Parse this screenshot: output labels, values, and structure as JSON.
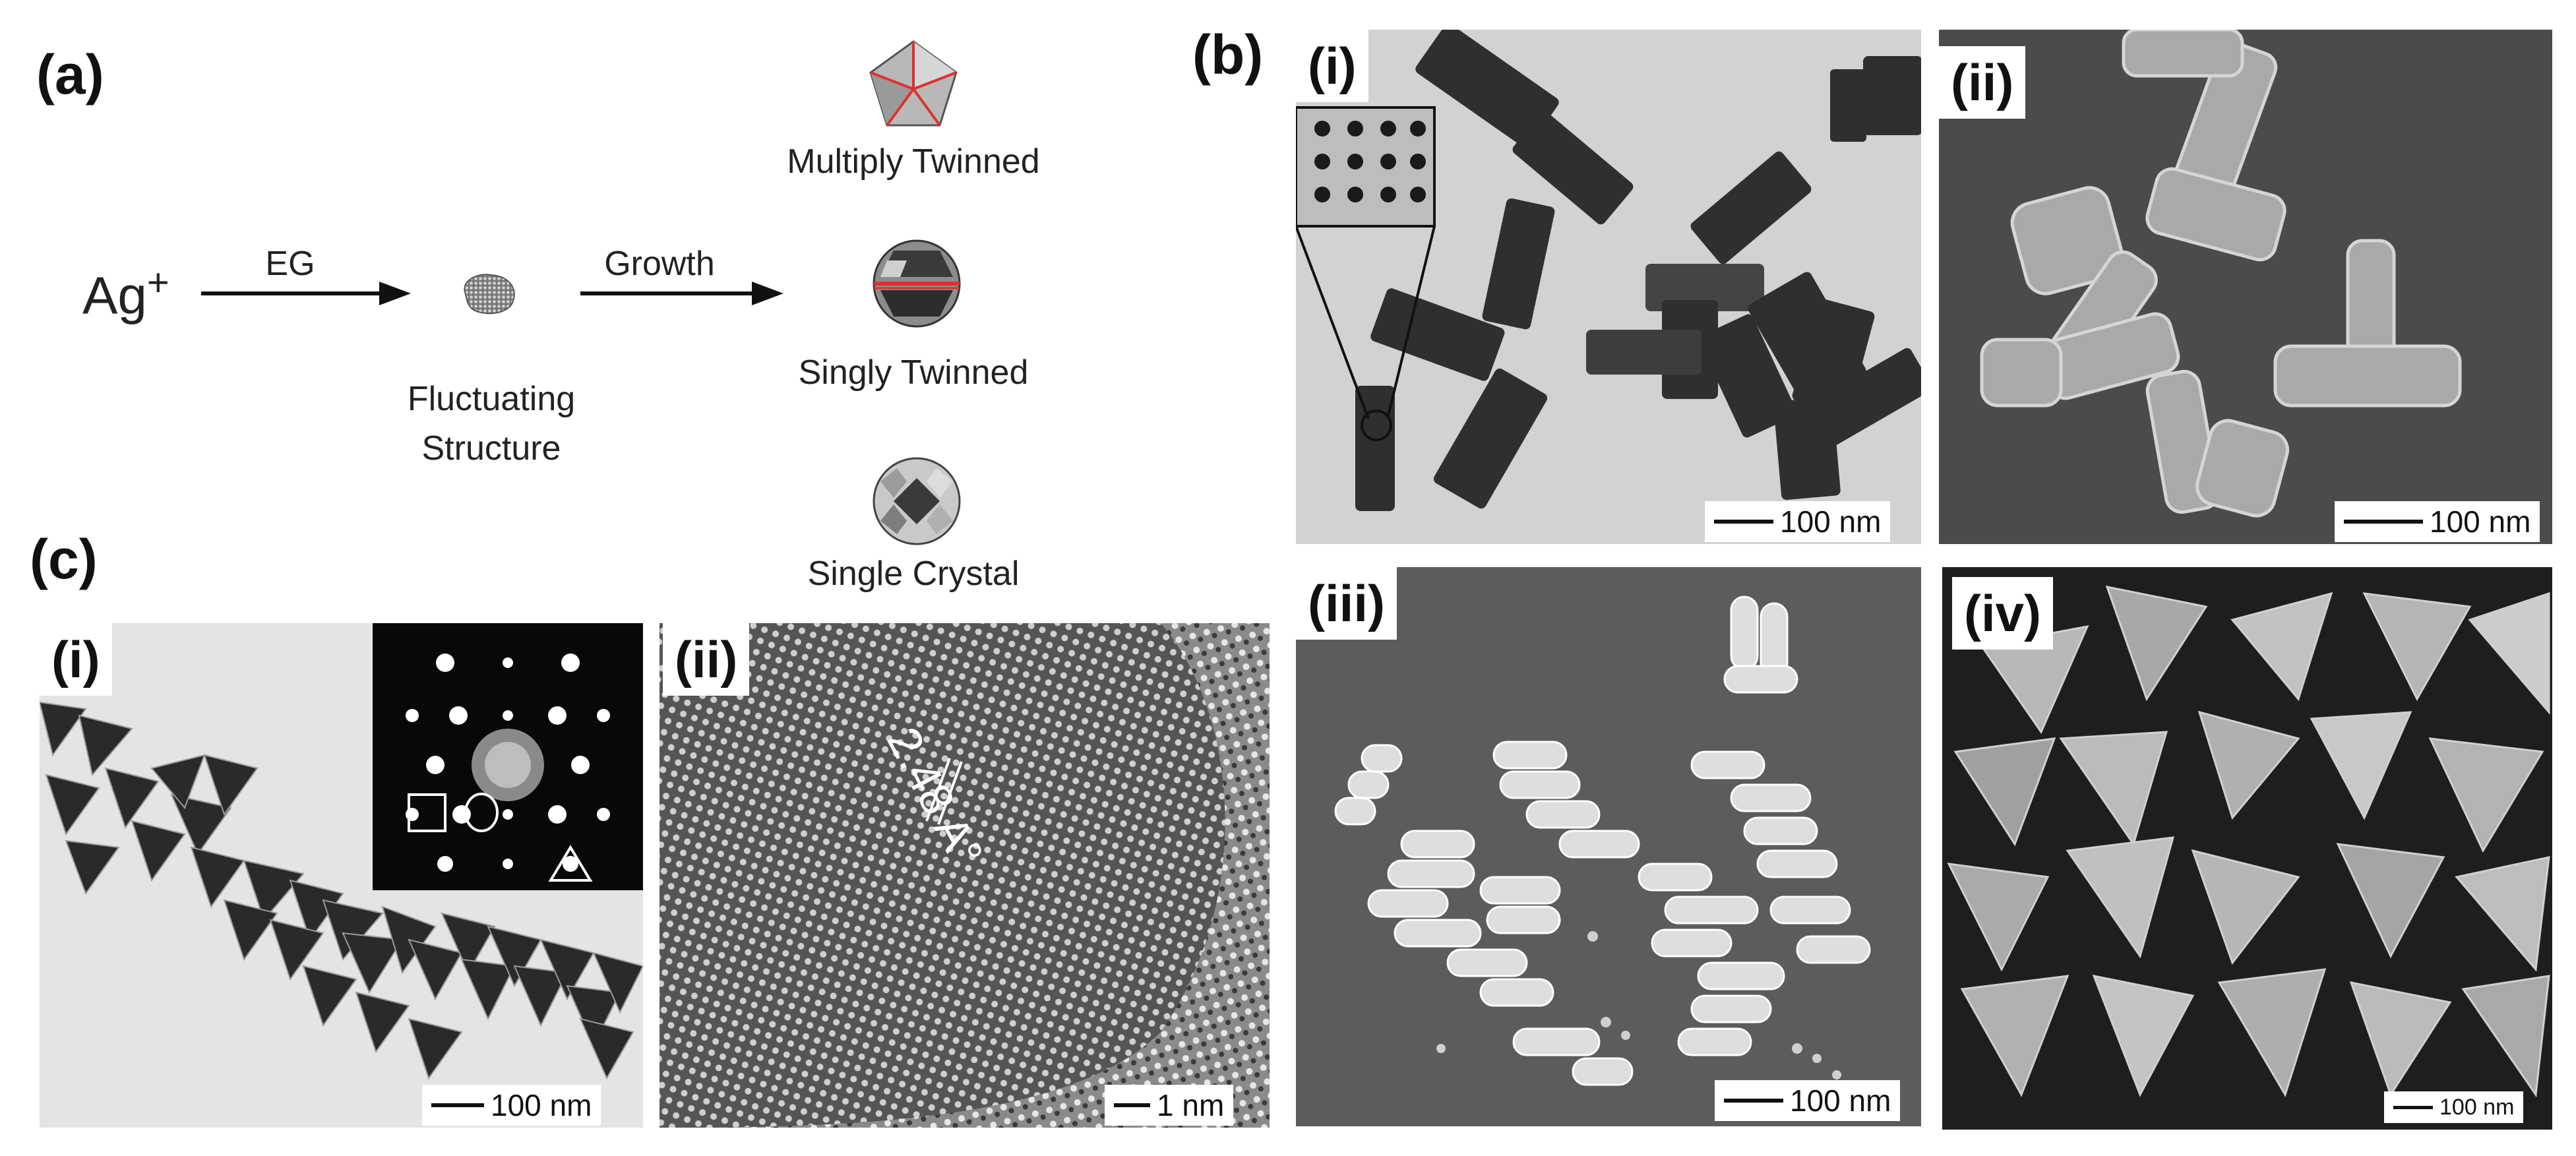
{
  "panel_a": {
    "label": "(a)",
    "reactant": "Ag",
    "reactant_charge": "+",
    "arrow1_label": "EG",
    "intermediate_label_line1": "Fluctuating",
    "intermediate_label_line2": "Structure",
    "arrow2_label": "Growth",
    "products": [
      {
        "label": "Multiply Twinned"
      },
      {
        "label": "Singly Twinned"
      },
      {
        "label": "Single Crystal"
      }
    ]
  },
  "panel_b": {
    "label": "(b)",
    "subpanels": [
      {
        "label": "(i)",
        "scale": "100 nm"
      },
      {
        "label": "(ii)",
        "scale": "100 nm"
      },
      {
        "label": "(iii)",
        "scale": "100 nm"
      },
      {
        "label": "(iv)",
        "scale": "100 nm"
      }
    ]
  },
  "panel_c": {
    "label": "(c)",
    "subpanels": [
      {
        "label": "(i)",
        "scale": "100 nm"
      },
      {
        "label": "(ii)",
        "scale": "1 nm",
        "annotation": "2.48 A°"
      }
    ]
  },
  "colors": {
    "twin_line": "#e03030",
    "tem_bg": "#d9d9d9",
    "sem_bg": "#5a5a5a"
  }
}
